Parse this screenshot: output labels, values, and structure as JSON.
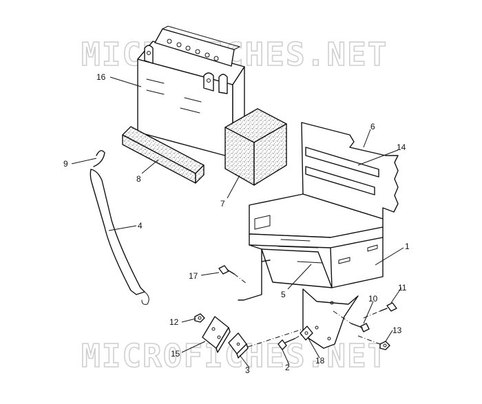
{
  "watermark": {
    "text": "MICROFICHES.NET"
  },
  "callouts": [
    {
      "id": "16",
      "label": "16"
    },
    {
      "id": "9",
      "label": "9"
    },
    {
      "id": "8",
      "label": "8"
    },
    {
      "id": "7",
      "label": "7"
    },
    {
      "id": "6",
      "label": "6"
    },
    {
      "id": "14",
      "label": "14"
    },
    {
      "id": "4",
      "label": "4"
    },
    {
      "id": "1",
      "label": "1"
    },
    {
      "id": "17",
      "label": "17"
    },
    {
      "id": "5",
      "label": "5"
    },
    {
      "id": "11",
      "label": "11"
    },
    {
      "id": "10",
      "label": "10"
    },
    {
      "id": "12",
      "label": "12"
    },
    {
      "id": "13",
      "label": "13"
    },
    {
      "id": "15",
      "label": "15"
    },
    {
      "id": "2",
      "label": "2"
    },
    {
      "id": "18",
      "label": "18"
    },
    {
      "id": "3",
      "label": "3"
    }
  ]
}
